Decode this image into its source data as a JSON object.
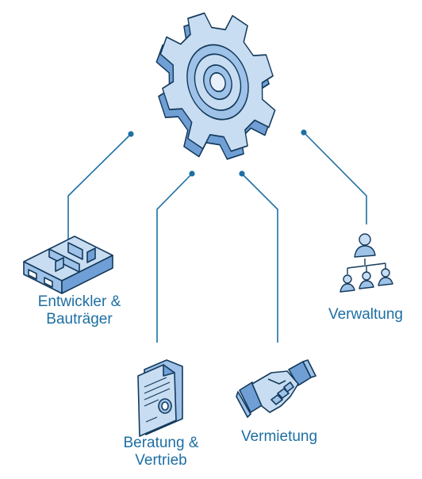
{
  "colors": {
    "primary": "#1d6fa3",
    "outline": "#143a5c",
    "fill_light": "#c8ddf2",
    "fill_mid": "#9ec2e8",
    "fill_dark": "#6f9fd4",
    "connector": "#1d6fa3"
  },
  "center": {
    "icon": "gear-icon"
  },
  "branches": [
    {
      "icon": "building-floorplan-icon",
      "label_line1": "Entwickler &",
      "label_line2": "Bauträger"
    },
    {
      "icon": "document-contract-icon",
      "label_line1": "Beratung &",
      "label_line2": "Vertrieb"
    },
    {
      "icon": "handshake-icon",
      "label_line1": "Vermietung",
      "label_line2": ""
    },
    {
      "icon": "org-chart-people-icon",
      "label_line1": "Verwaltung",
      "label_line2": ""
    }
  ]
}
